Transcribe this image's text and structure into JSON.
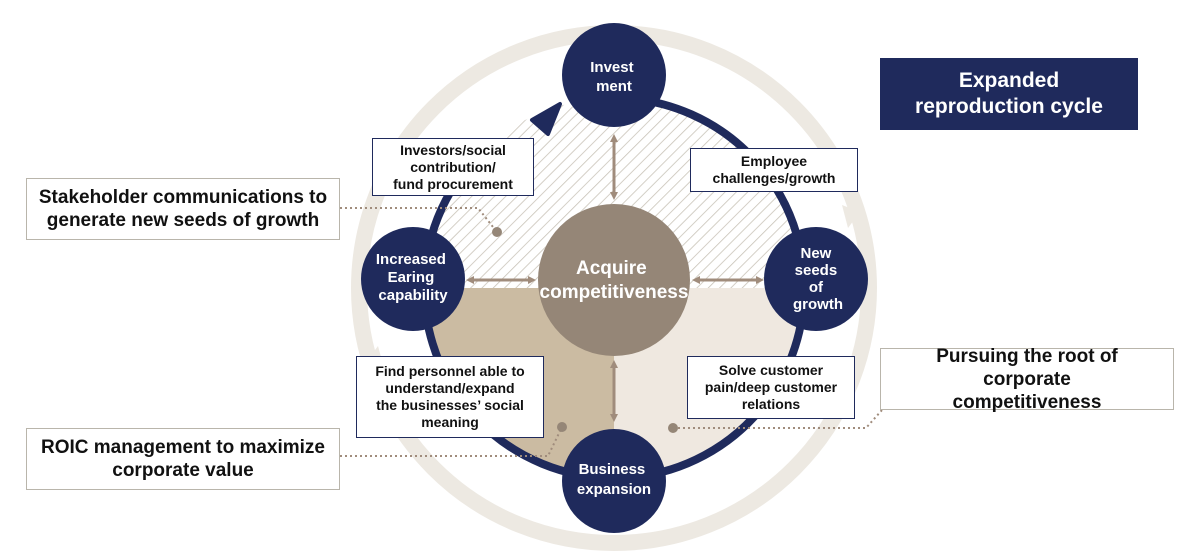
{
  "title": "Expanded\nreproduction cycle",
  "center": {
    "lines": [
      "Acquire",
      "competitiveness"
    ]
  },
  "nodes": {
    "invest": {
      "lines": [
        "Invest",
        "ment"
      ]
    },
    "new_seeds": {
      "lines": [
        "New",
        "seeds",
        "of",
        "growth"
      ]
    },
    "business": {
      "lines": [
        "Business",
        "expansion"
      ]
    },
    "earning": {
      "lines": [
        "Increased",
        "Earing",
        "capability"
      ]
    }
  },
  "inner_labels": {
    "investors": "Investors/social\ncontribution/\nfund procurement",
    "employee": "Employee\nchallenges/growth",
    "personnel": "Find personnel able to\nunderstand/expand\nthe businesses’ social\nmeaning",
    "customer": "Solve customer\npain/deep customer\nrelations"
  },
  "callouts": {
    "stakeholder": "Stakeholder communications to\ngenerate new seeds of growth",
    "roic": "ROIC management to maximize\ncorporate value",
    "root": "Pursuing the root of corporate\ncompetitiveness"
  },
  "colors": {
    "navy": "#1f2a5c",
    "taupe": "#958677",
    "beige_dark": "#cbbba2",
    "beige_light": "#efe8e0",
    "ring": "#ede9e2",
    "arrow": "#a08c7c"
  }
}
